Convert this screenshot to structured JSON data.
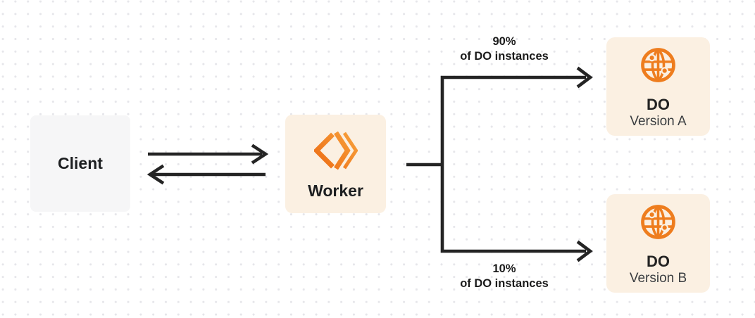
{
  "nodes": {
    "client": {
      "label": "Client"
    },
    "worker": {
      "label": "Worker"
    },
    "do_version_a": {
      "title": "DO",
      "subtitle": "Version A"
    },
    "do_version_b": {
      "title": "DO",
      "subtitle": "Version B"
    }
  },
  "edge_labels": {
    "top": {
      "line1": "90%",
      "line2": "of DO instances"
    },
    "bottom": {
      "line1": "10%",
      "line2": "of DO instances"
    }
  },
  "icons": {
    "worker": "cloudflare-workers-icon",
    "do_a": "globe-icon",
    "do_b": "globe-icon"
  },
  "colors": {
    "accent_orange": "#EE7D1E",
    "worker_logo_gradient_start": "#ED6F16",
    "worker_logo_gradient_end": "#F7A03B",
    "node_cream": "#FBF0E2",
    "client_gray": "#F6F6F7",
    "connector": "#242424",
    "text_dark": "#1D1F21",
    "dot_grid": "#E6E6EA"
  }
}
